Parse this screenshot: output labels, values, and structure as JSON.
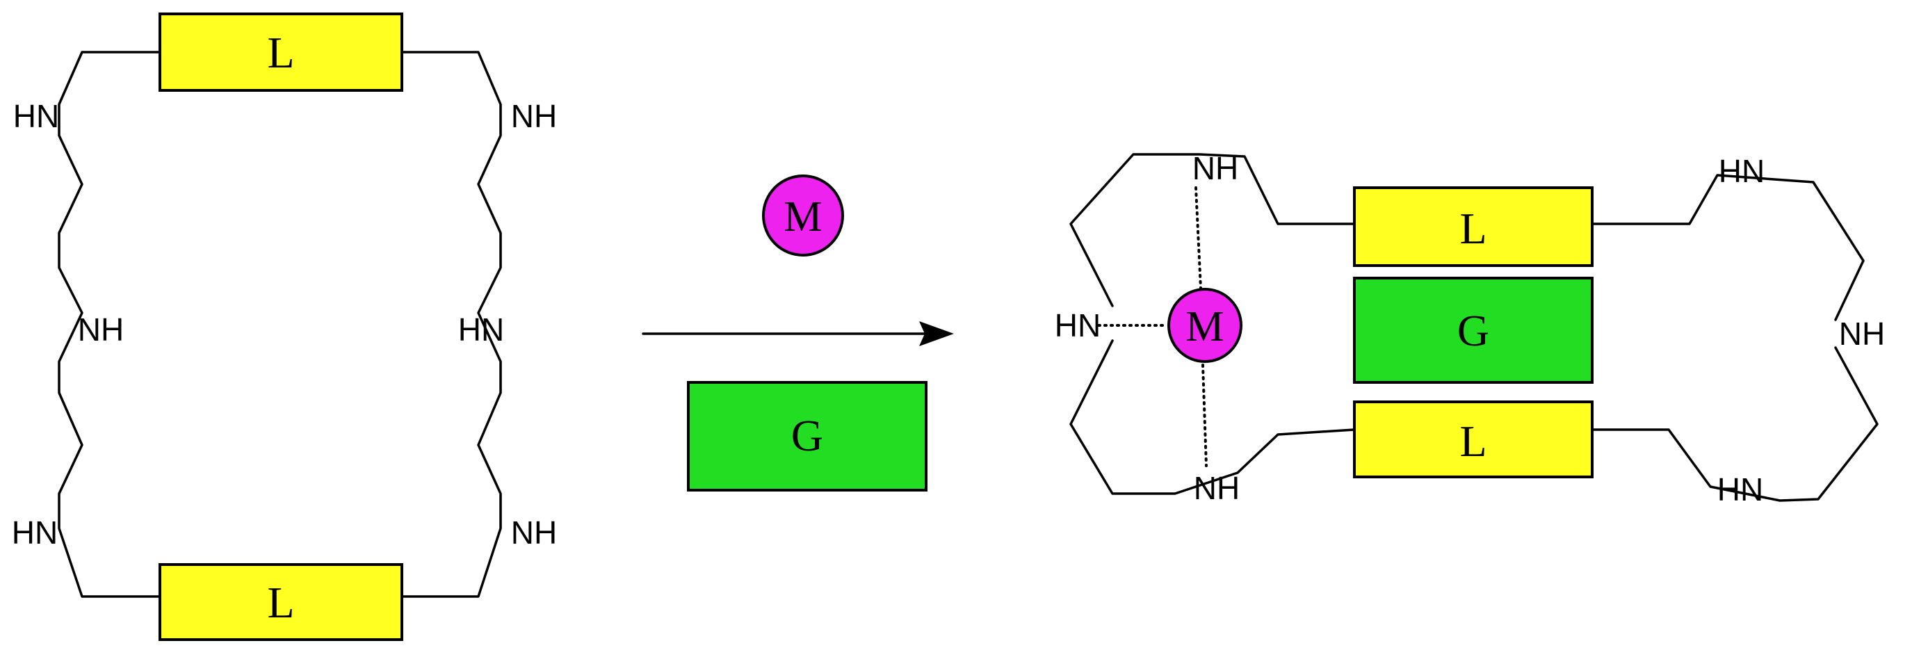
{
  "colors": {
    "ligand": "#ffff22",
    "guest": "#22dd22",
    "metal": "#ee22ee"
  },
  "labels": {
    "ligand": "L",
    "guest": "G",
    "metal": "M",
    "nh": "NH",
    "hn": "HN"
  }
}
